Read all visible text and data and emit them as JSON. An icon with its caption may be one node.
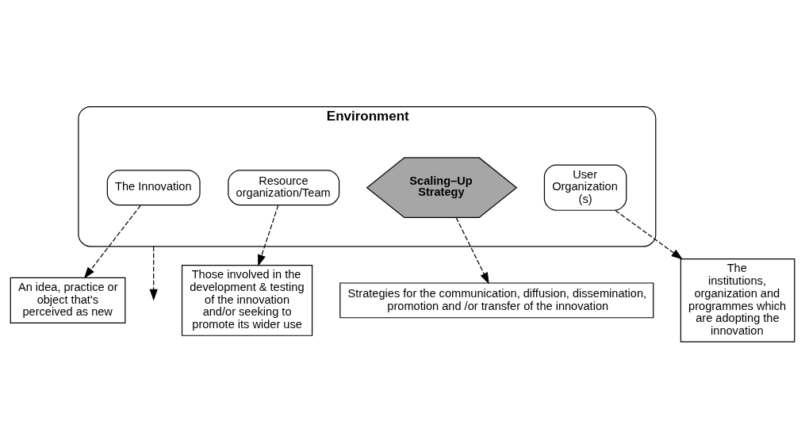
{
  "diagram": {
    "nodes": [
      {
        "text": [
          "Environment"
        ]
      },
      {
        "text": [
          "The Innovation"
        ],
        "in": 0
      },
      {
        "text": [
          "Resource organization/Team"
        ],
        "in": 0
      },
      {
        "text": [
          "Scaling–Up Strategy"
        ],
        "in": 0
      },
      {
        "text": [
          "User Organization (s)"
        ],
        "in": 0
      },
      {
        "text": [
          "An idea, practice or object that's perceived as new"
        ]
      },
      {
        "text": [
          "Those involved in the development & testing of the innovation and/or seeking to promote its wider use"
        ]
      },
      {
        "text": [
          "Strategies for the communication, diffusion, dissemination, promotion and /or transfer of the innovation"
        ]
      },
      {
        "text": [
          "The institutions, organization and programmes which are adopting the innovation"
        ]
      }
    ],
    "edges": [
      {
        "from": 0,
        "to": null,
        "arrow": "to",
        "style": "dashed"
      },
      {
        "from": 1,
        "to": 5,
        "arrow": "to",
        "style": "dashed"
      },
      {
        "from": 4,
        "to": 8,
        "arrow": "to",
        "style": "dashed"
      },
      {
        "from": 2,
        "to": 6,
        "arrow": "to",
        "style": "dashed"
      },
      {
        "from": 3,
        "to": 7,
        "arrow": "to",
        "style": "dashed"
      }
    ]
  }
}
